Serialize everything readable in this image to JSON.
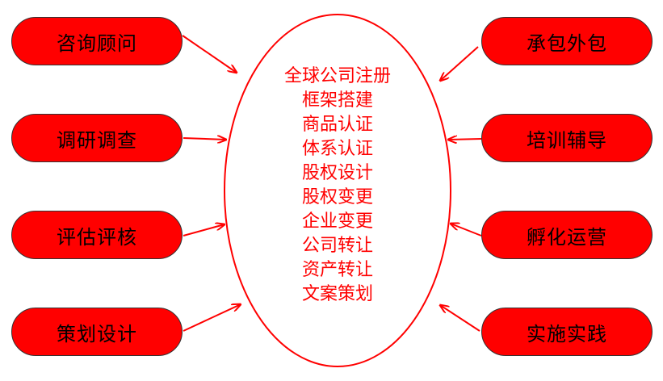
{
  "left_nodes": [
    "咨询顾问",
    "调研调查",
    "评估评核",
    "策划设计"
  ],
  "right_nodes": [
    "承包外包",
    "培训辅导",
    "孵化运营",
    "实施实践"
  ],
  "center_items": [
    "全球公司注册",
    "框架搭建",
    "商品认证",
    "体系认证",
    "股权设计",
    "股权变更",
    "企业变更",
    "公司转让",
    "资产转让",
    "文案策划"
  ],
  "colors": {
    "node_fill": "#ff0000",
    "accent": "#ff0000",
    "text": "#000000"
  }
}
